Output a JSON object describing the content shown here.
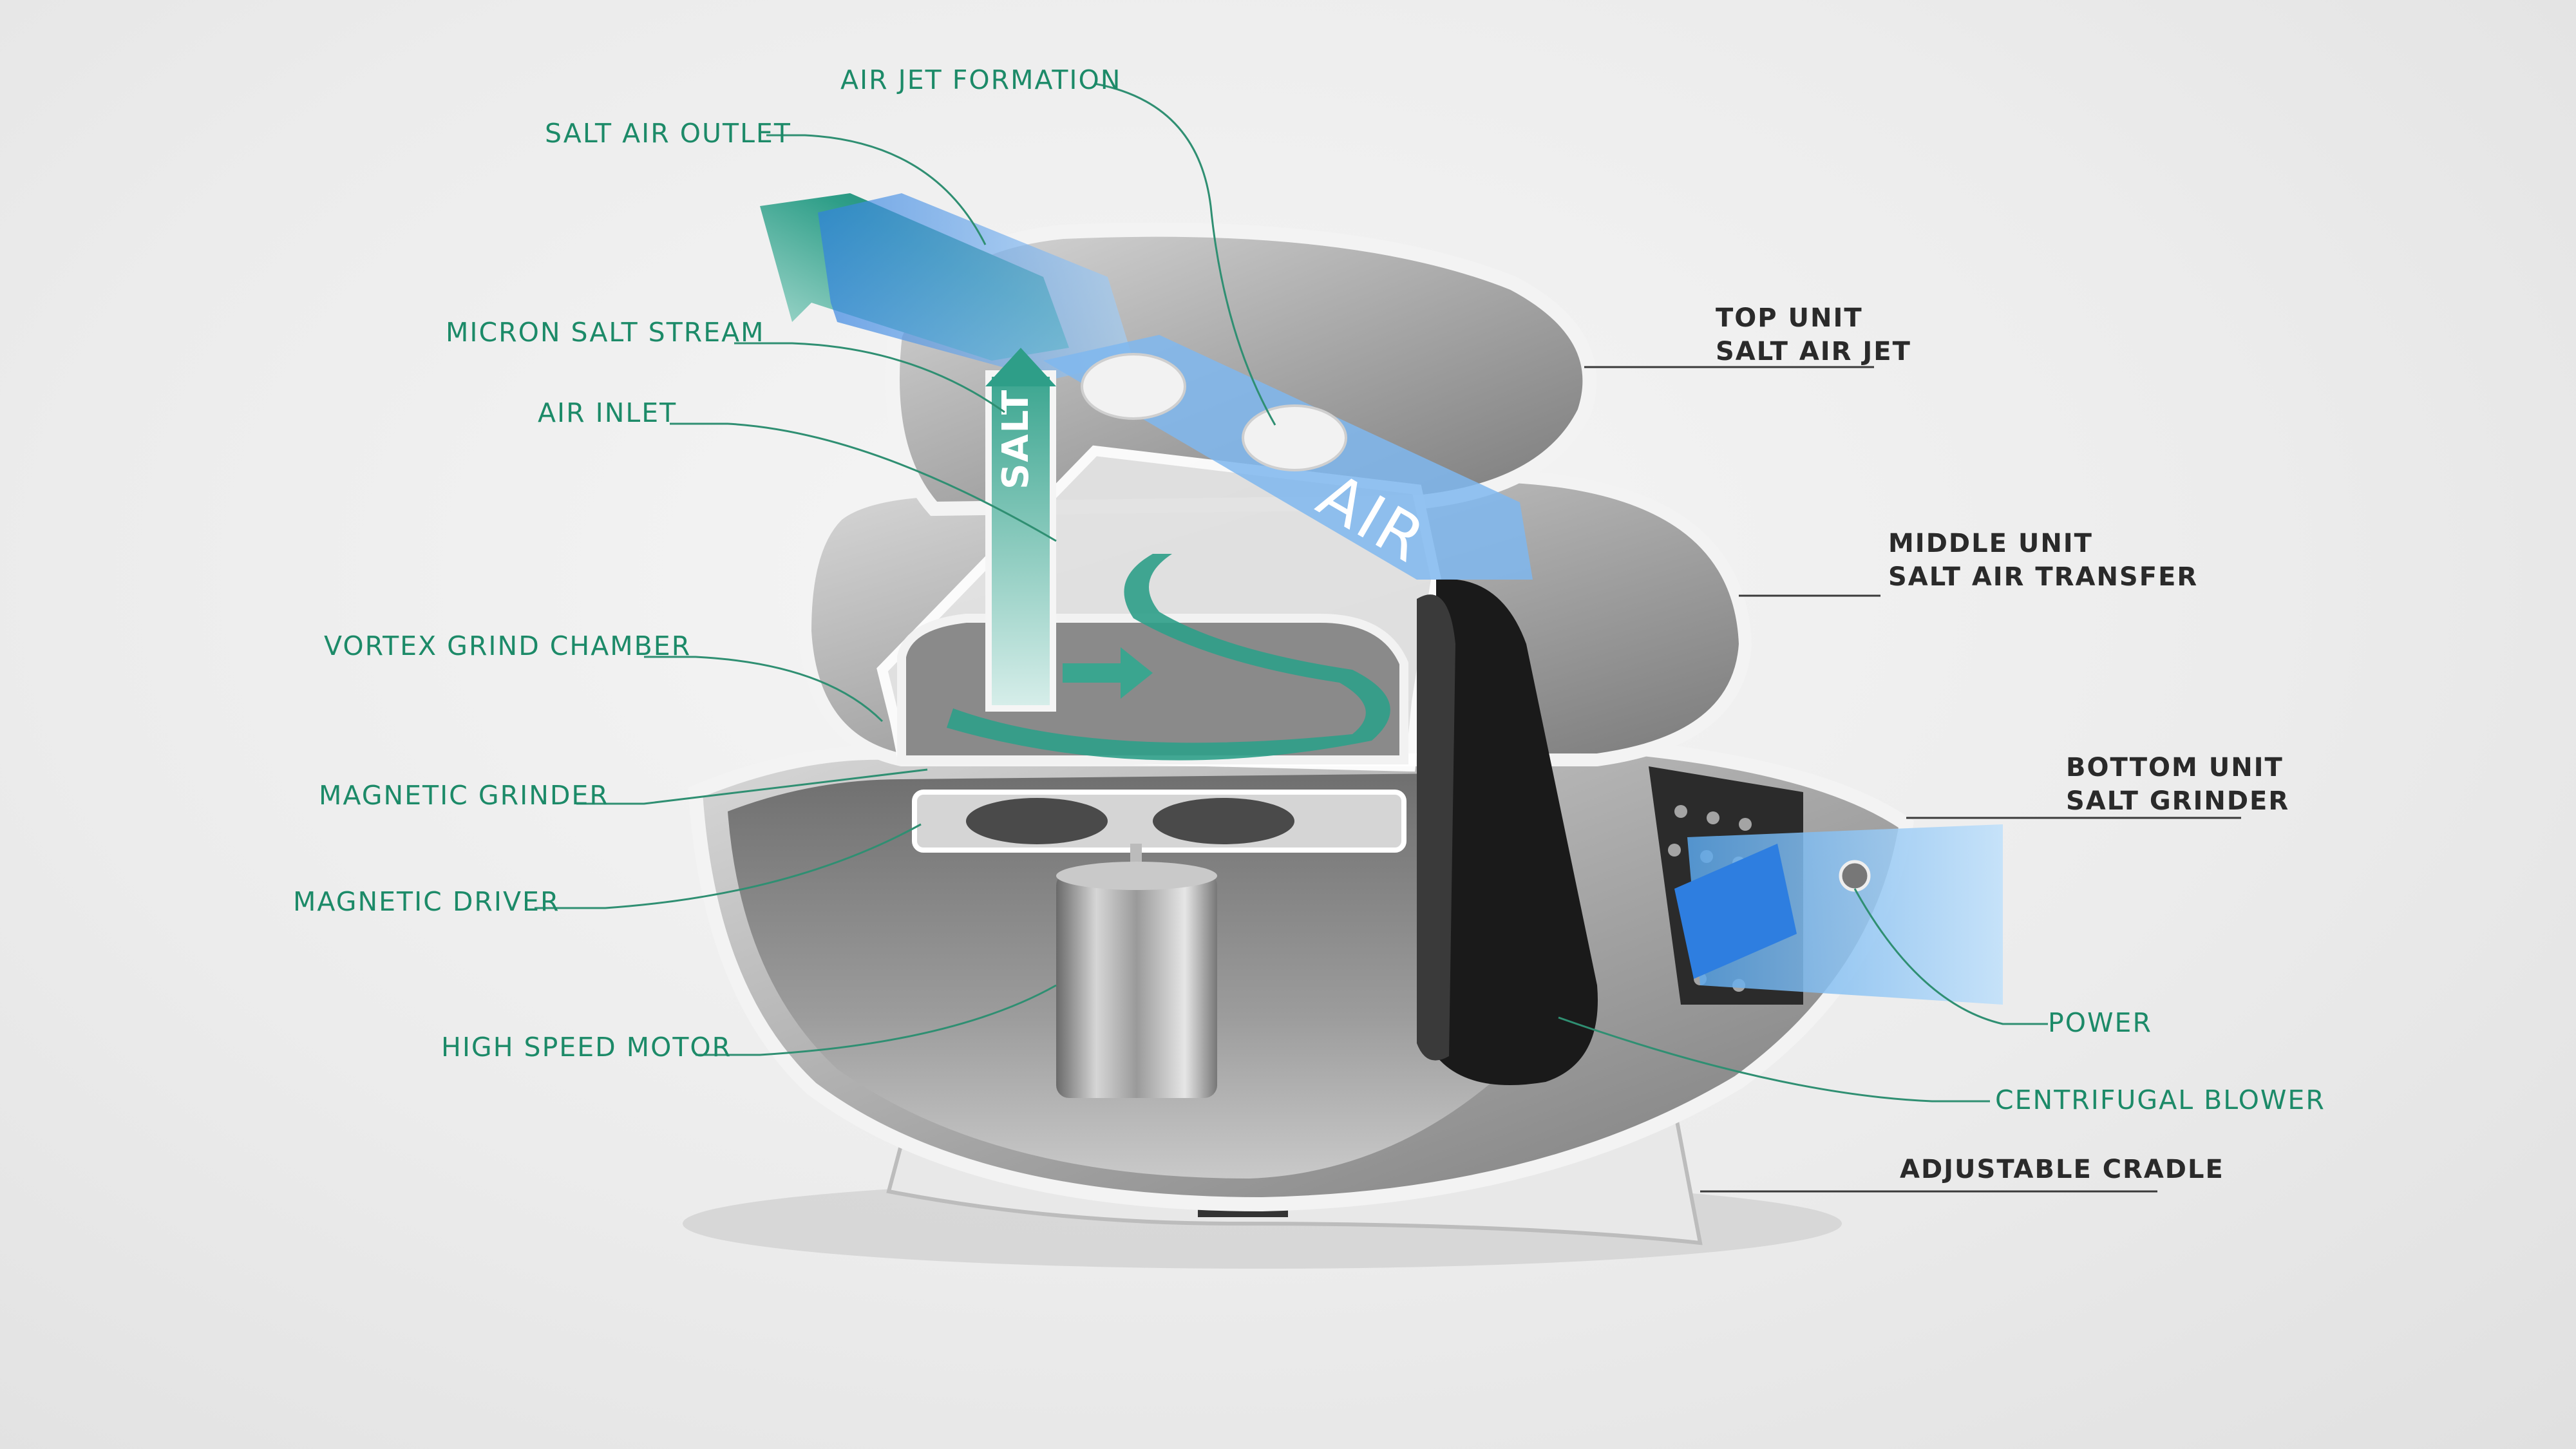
{
  "colors": {
    "green_label": "#1c8a68",
    "dark_label": "#2a2a2a",
    "air_blue": "#5aa6ea",
    "salt_teal": "#2e9e88",
    "shell_grey": "#8e8e8e",
    "shell_rim": "#f3f3f3"
  },
  "labels_left": {
    "air_jet_formation": "AIR JET FORMATION",
    "salt_air_outlet": "SALT AIR OUTLET",
    "micron_salt_stream": "MICRON SALT STREAM",
    "air_inlet": "AIR INLET",
    "vortex_grind_chamber": "VORTEX GRIND CHAMBER",
    "magnetic_grinder": "MAGNETIC GRINDER",
    "magnetic_driver": "MAGNETIC DRIVER",
    "high_speed_motor": "HIGH SPEED MOTOR"
  },
  "labels_right": {
    "top_unit_1": "TOP UNIT",
    "top_unit_2": "SALT AIR JET",
    "middle_unit_1": "MIDDLE UNIT",
    "middle_unit_2": "SALT AIR TRANSFER",
    "bottom_unit_1": "BOTTOM UNIT",
    "bottom_unit_2": "SALT GRINDER",
    "power": "POWER",
    "centrifugal_blower": "CENTRIFUGAL BLOWER",
    "adjustable_cradle": "ADJUSTABLE CRADLE"
  },
  "flow_words": {
    "salt": "SALT",
    "air": "AIR"
  },
  "icons": [
    "salt-air-arrow",
    "salt-stream-arrow",
    "vortex-swirl-arrow",
    "air-flow-band"
  ]
}
